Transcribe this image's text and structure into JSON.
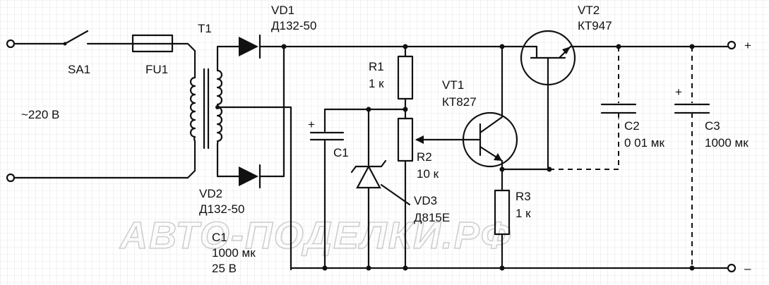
{
  "labels": {
    "sa1": "SA1",
    "fu1": "FU1",
    "t1": "T1",
    "mains": "~220 В",
    "vd1": "VD1",
    "vd1_type": "Д132-50",
    "vd2": "VD2",
    "vd2_type": "Д132-50",
    "c1_top": "C1",
    "c1": "C1",
    "c1_cap": "1000 мк",
    "c1_volt": "25 В",
    "r1": "R1",
    "r1_val": "1 к",
    "r2": "R2",
    "r2_val": "10 к",
    "vd3": "VD3",
    "vd3_type": "Д815Е",
    "vt1": "VT1",
    "vt1_type": "КТ827",
    "vt2": "VT2",
    "vt2_type": "КТ947",
    "r3": "R3",
    "r3_val": "1 к",
    "c2": "C2",
    "c2_val": "0 01 мк",
    "c3": "C3",
    "c3_val": "1000 мк",
    "plus": "+",
    "minus": "–",
    "c1_plus": "+",
    "c3_plus": "+"
  },
  "watermark": "АВТО-ПОДЕЛКИ.РФ",
  "colors": {
    "ink": "#111111",
    "grid": "#cfcfcf",
    "background": "#ffffff"
  }
}
